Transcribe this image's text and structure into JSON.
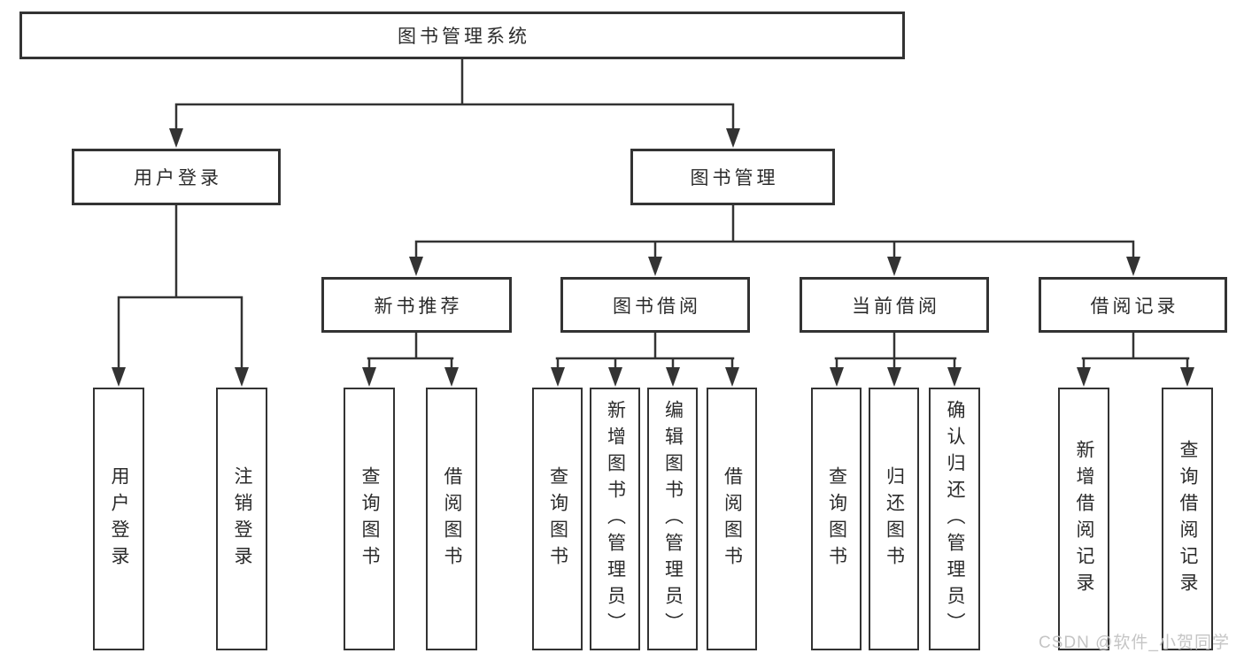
{
  "colors": {
    "line": "#333333",
    "box_border": "#333333",
    "box_background": "#ffffff",
    "text": "#2b2b2b",
    "watermark": "#c5c5c5",
    "background": "#ffffff"
  },
  "watermark": {
    "text": "CSDN @软件_小贺同学"
  },
  "tree": {
    "root": {
      "label": "图书管理系统",
      "children": [
        {
          "label": "用户登录",
          "children": [
            {
              "label": "用户登录"
            },
            {
              "label": "注销登录"
            }
          ]
        },
        {
          "label": "图书管理",
          "children": [
            {
              "label": "新书推荐",
              "children": [
                {
                  "label": "查询图书"
                },
                {
                  "label": "借阅图书"
                }
              ]
            },
            {
              "label": "图书借阅",
              "children": [
                {
                  "label": "查询图书"
                },
                {
                  "label": "新增图书（管理员）"
                },
                {
                  "label": "编辑图书（管理员）"
                },
                {
                  "label": "借阅图书"
                }
              ]
            },
            {
              "label": "当前借阅",
              "children": [
                {
                  "label": "查询图书"
                },
                {
                  "label": "归还图书"
                },
                {
                  "label": "确认归还（管理员）"
                }
              ]
            },
            {
              "label": "借阅记录",
              "children": [
                {
                  "label": "新增借阅记录"
                },
                {
                  "label": "查询借阅记录"
                }
              ]
            }
          ]
        }
      ]
    }
  }
}
